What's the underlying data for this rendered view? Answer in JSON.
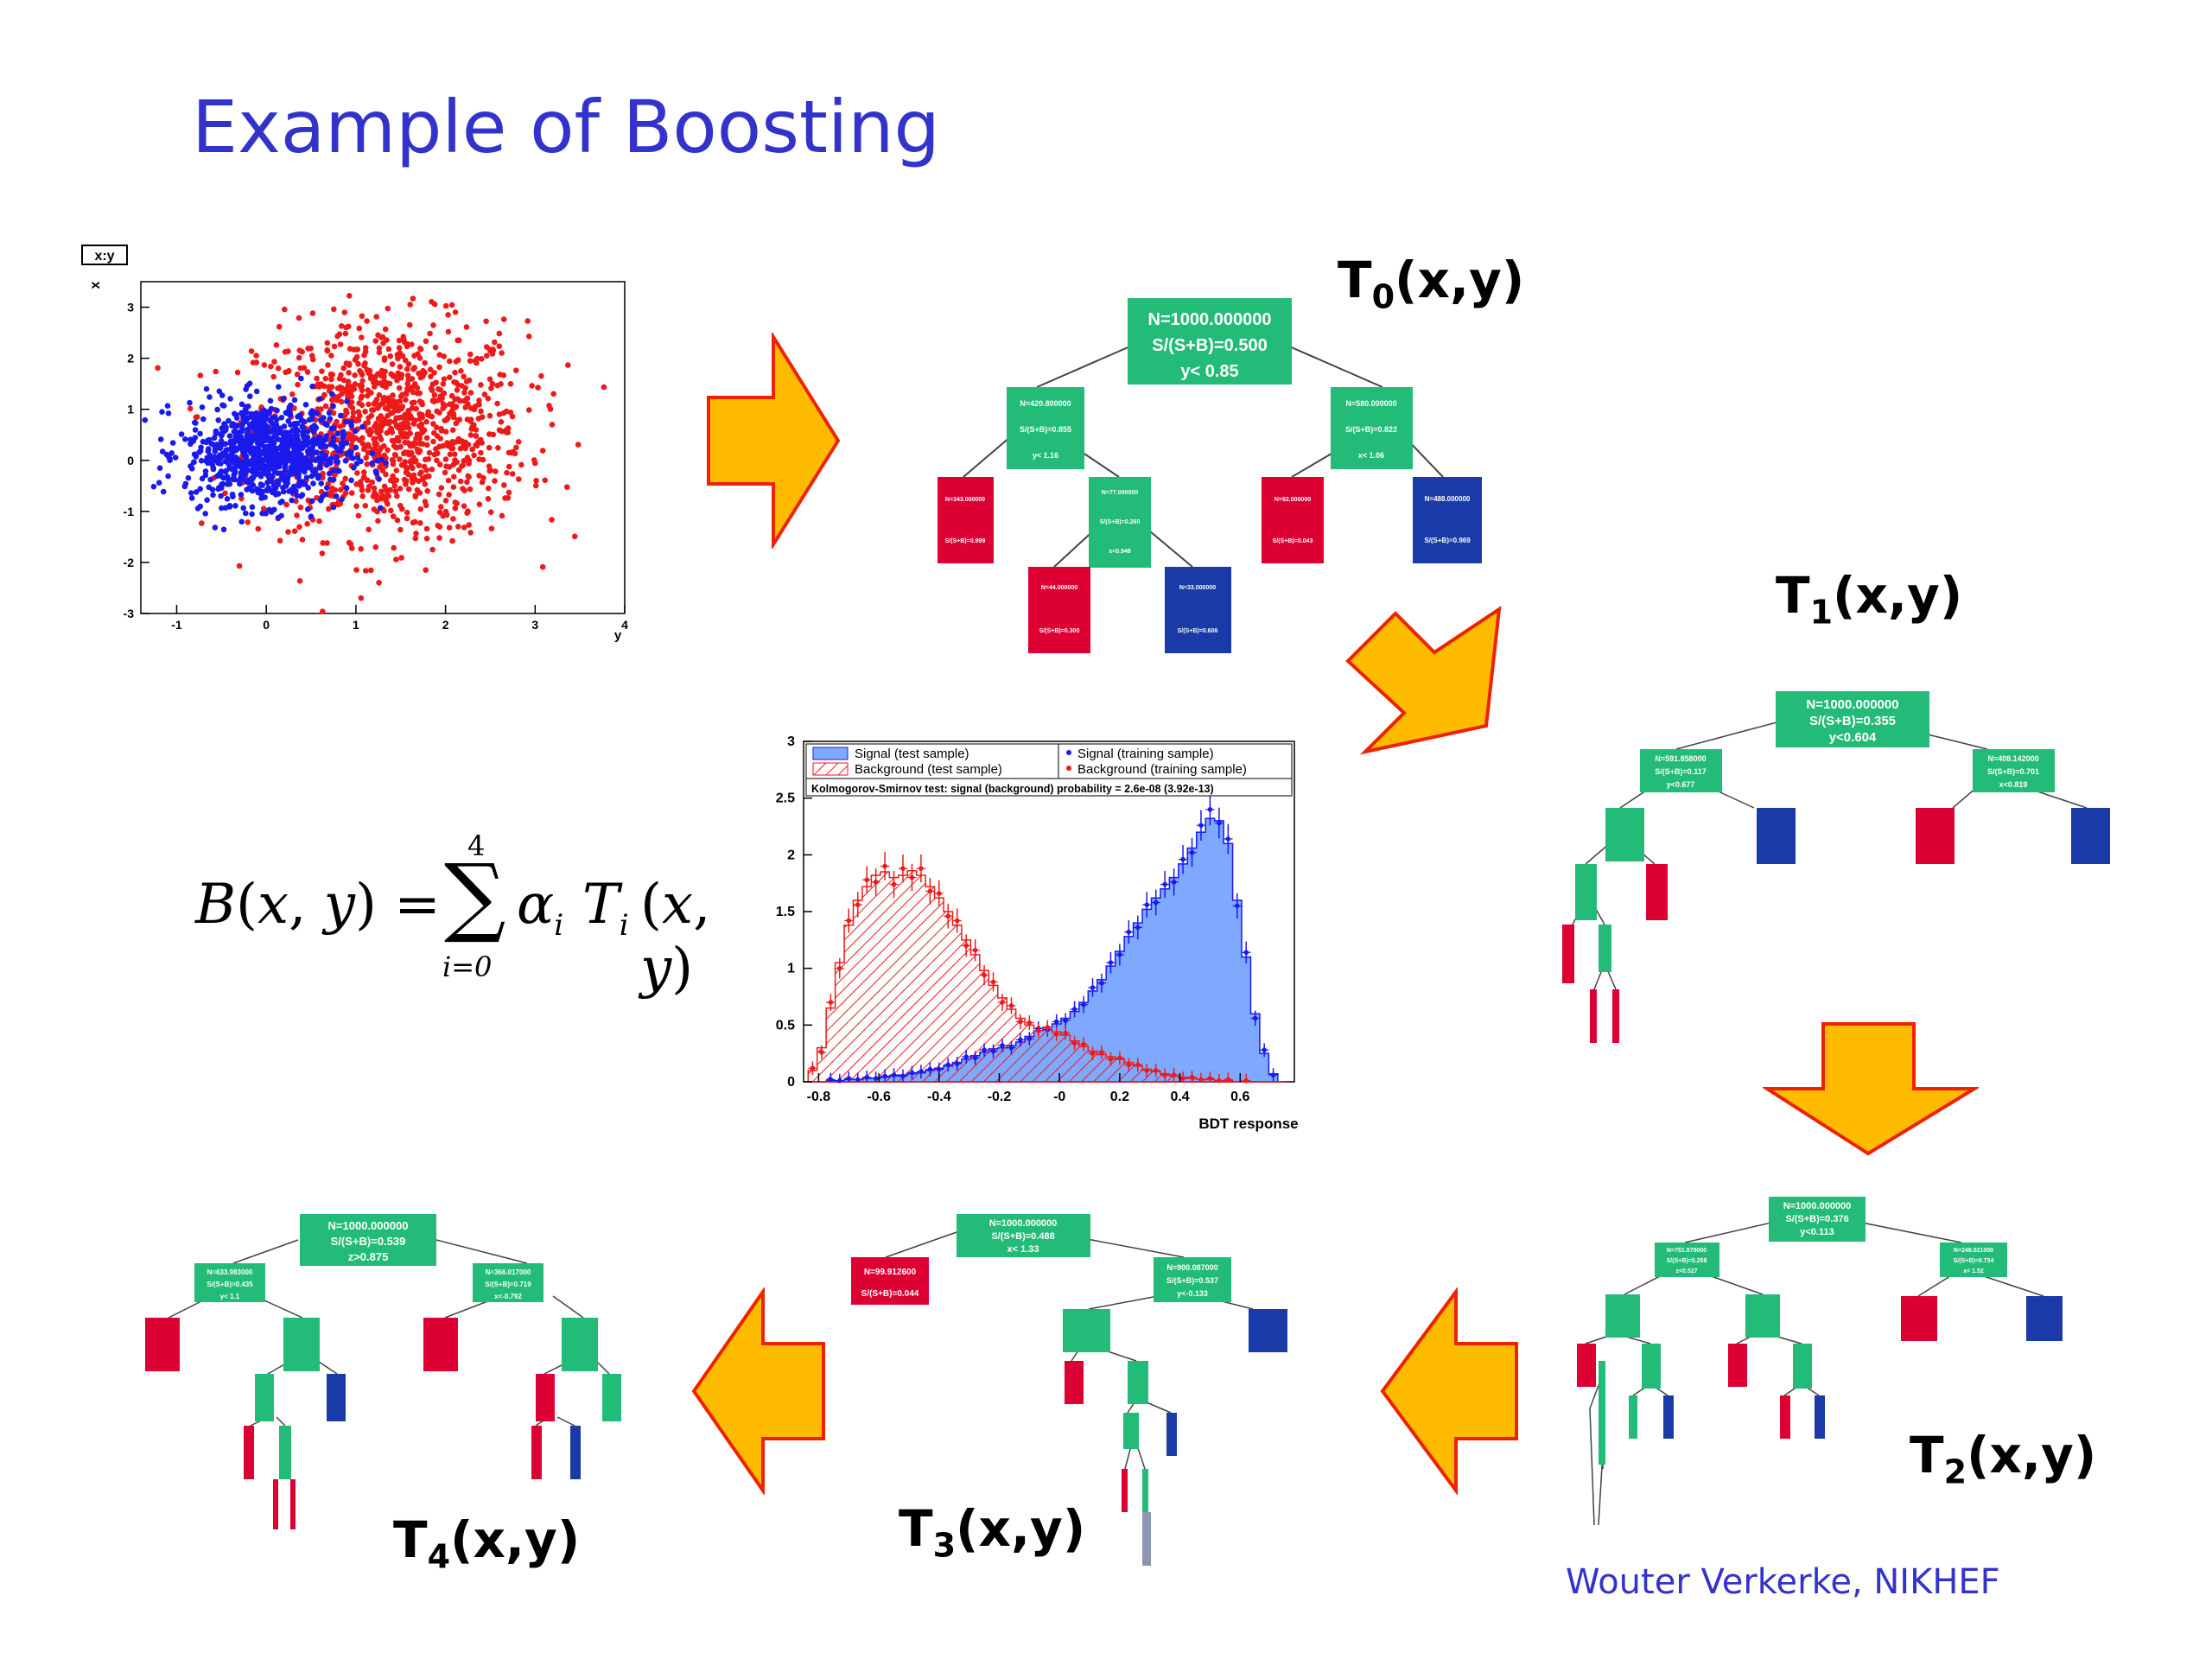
{
  "title": "Example of Boosting",
  "credit": "Wouter Verkerke, NIKHEF",
  "colors": {
    "title": "#3333cc",
    "arrow_fill": "#ffbb00",
    "arrow_stroke": "#ee2200",
    "node_green": "#22bb77",
    "node_red": "#dd0033",
    "node_blue": "#1a3aa8",
    "signal": "#1a1aee",
    "background": "#ee1a1a"
  },
  "formula": {
    "lhs": "B(x, y) =",
    "sum_upper": "4",
    "sum_lower": "i=0",
    "summand": "α",
    "summand_sub": "i",
    "tree": "T",
    "tree_sub": "i",
    "args": "(x, y)"
  },
  "tree_labels": [
    {
      "name": "T",
      "sub": "0",
      "args": "(x,y)"
    },
    {
      "name": "T",
      "sub": "1",
      "args": "(x,y)"
    },
    {
      "name": "T",
      "sub": "2",
      "args": "(x,y)"
    },
    {
      "name": "T",
      "sub": "3",
      "args": "(x,y)"
    },
    {
      "name": "T",
      "sub": "4",
      "args": "(x,y)"
    }
  ],
  "scatter": {
    "title_box": "x:y",
    "xlabel": "y",
    "ylabel": "x",
    "xticks": [
      "-1",
      "0",
      "1",
      "2",
      "3",
      "4"
    ],
    "yticks": [
      "3",
      "2",
      "1",
      "0",
      "-1",
      "-2",
      "-3"
    ]
  },
  "tree0": {
    "root": [
      "N=1000.000000",
      "S/(S+B)=0.500",
      "y< 0.85"
    ],
    "left": [
      "N=420.800000",
      "S/(S+B)=0.855",
      "y< 1.16"
    ],
    "right": [
      "N=580.000000",
      "S/(S+B)=0.822",
      "x< 1.06"
    ],
    "leaf_ll": [
      "N=343.000000",
      "S/(S+B)=0.999"
    ],
    "mid": [
      "N=77.000000",
      "S/(S+B)=0.260",
      "x<0.949"
    ],
    "leaf_rl": [
      "N=92.000000",
      "S/(S+B)=0.043"
    ],
    "leaf_rr": [
      "N=488.000000",
      "S/(S+B)=0.969"
    ],
    "leaf_ml": [
      "N=44.000000",
      "S/(S+B)=0.300"
    ],
    "leaf_mr": [
      "N=33.000000",
      "S/(S+B)=0.606"
    ]
  },
  "tree1": {
    "root": [
      "N=1000.000000",
      "S/(S+B)=0.355",
      "y<0.604"
    ],
    "left": [
      "N=591.858000",
      "S/(S+B)=0.117",
      "y<0.677"
    ],
    "right": [
      "N=408.142000",
      "S/(S+B)=0.701",
      "x<0.819"
    ]
  },
  "tree2": {
    "root": [
      "N=1000.000000",
      "S/(S+B)=0.376",
      "y<0.113"
    ],
    "left": [
      "N=751.879000",
      "S/(S+B)=0.258",
      "z<0.527"
    ],
    "right": [
      "N=248.021000",
      "S/(S+B)=0.734",
      "x< 1.52"
    ]
  },
  "tree3": {
    "root": [
      "N=1000.000000",
      "S/(S+B)=0.488",
      "x< 1.33"
    ],
    "leaf_l": [
      "N=99.912600",
      "S/(S+B)=0.044"
    ],
    "right": [
      "N=900.087000",
      "S/(S+B)=0.537",
      "y<-0.133"
    ]
  },
  "tree4": {
    "root": [
      "N=1000.000000",
      "S/(S+B)=0.539",
      "z>0.875"
    ],
    "left": [
      "N=633.983000",
      "S/(S+B)=0.435",
      "y< 1.1"
    ],
    "right": [
      "N=366.017000",
      "S/(S+B)=0.719",
      "x<-0.792"
    ]
  },
  "chart_data": {
    "type": "histogram",
    "xlabel": "BDT response",
    "ylabel": "",
    "xlim": [
      -0.85,
      0.78
    ],
    "ylim": [
      0,
      3
    ],
    "xticks": [
      "-0.8",
      "-0.6",
      "-0.4",
      "-0.2",
      "-0",
      "0.2",
      "0.4",
      "0.6"
    ],
    "yticks": [
      "0",
      "0.5",
      "1",
      "1.5",
      "2",
      "2.5",
      "3"
    ],
    "legend": [
      "Signal (test sample)",
      "Background (test sample)",
      "Signal (training sample)",
      "Background (training sample)"
    ],
    "ks_text": "Kolmogorov-Smirnov test: signal (background) probability = 2.6e-08 (3.92e-13)",
    "bin_width": 0.03,
    "x": [
      -0.82,
      -0.79,
      -0.76,
      -0.73,
      -0.7,
      -0.67,
      -0.64,
      -0.61,
      -0.58,
      -0.55,
      -0.52,
      -0.49,
      -0.46,
      -0.43,
      -0.4,
      -0.37,
      -0.34,
      -0.31,
      -0.28,
      -0.25,
      -0.22,
      -0.19,
      -0.16,
      -0.13,
      -0.1,
      -0.07,
      -0.04,
      -0.01,
      0.02,
      0.05,
      0.08,
      0.11,
      0.14,
      0.17,
      0.2,
      0.23,
      0.26,
      0.29,
      0.32,
      0.35,
      0.38,
      0.41,
      0.44,
      0.47,
      0.5,
      0.53,
      0.56,
      0.59,
      0.62,
      0.65,
      0.68,
      0.71,
      0.74
    ],
    "series": [
      {
        "name": "Signal (test sample)",
        "values": [
          0.0,
          0.0,
          0.01,
          0.01,
          0.02,
          0.02,
          0.03,
          0.03,
          0.04,
          0.05,
          0.06,
          0.07,
          0.08,
          0.1,
          0.12,
          0.14,
          0.17,
          0.2,
          0.23,
          0.26,
          0.29,
          0.3,
          0.32,
          0.35,
          0.4,
          0.45,
          0.48,
          0.51,
          0.56,
          0.62,
          0.7,
          0.8,
          0.9,
          1.02,
          1.15,
          1.28,
          1.4,
          1.52,
          1.62,
          1.7,
          1.8,
          1.92,
          2.06,
          2.2,
          2.32,
          2.3,
          2.1,
          1.6,
          1.1,
          0.6,
          0.25,
          0.07,
          0.0
        ]
      },
      {
        "name": "Background (test sample)",
        "values": [
          0.1,
          0.3,
          0.65,
          1.05,
          1.38,
          1.6,
          1.72,
          1.82,
          1.85,
          1.8,
          1.82,
          1.86,
          1.82,
          1.72,
          1.62,
          1.5,
          1.38,
          1.25,
          1.12,
          0.98,
          0.85,
          0.74,
          0.64,
          0.56,
          0.5,
          0.47,
          0.46,
          0.44,
          0.41,
          0.36,
          0.31,
          0.27,
          0.24,
          0.22,
          0.2,
          0.17,
          0.14,
          0.11,
          0.09,
          0.07,
          0.05,
          0.04,
          0.03,
          0.02,
          0.02,
          0.01,
          0.01,
          0.0,
          0.0,
          0.0,
          0.0,
          0.0,
          0.0
        ]
      },
      {
        "name": "Signal (training sample)",
        "values": [
          0.0,
          0.0,
          0.02,
          0.01,
          0.03,
          0.02,
          0.04,
          0.03,
          0.05,
          0.06,
          0.05,
          0.08,
          0.09,
          0.11,
          0.11,
          0.15,
          0.16,
          0.22,
          0.21,
          0.28,
          0.27,
          0.32,
          0.3,
          0.37,
          0.38,
          0.47,
          0.46,
          0.53,
          0.54,
          0.64,
          0.68,
          0.83,
          0.87,
          1.05,
          1.12,
          1.32,
          1.36,
          1.56,
          1.58,
          1.74,
          1.76,
          1.96,
          2.02,
          2.26,
          2.4,
          2.28,
          2.14,
          1.55,
          1.14,
          0.56,
          0.28,
          0.06,
          0.0
        ]
      },
      {
        "name": "Background (training sample)",
        "values": [
          0.12,
          0.26,
          0.7,
          1.0,
          1.42,
          1.56,
          1.78,
          1.76,
          1.9,
          1.74,
          1.88,
          1.8,
          1.88,
          1.68,
          1.66,
          1.46,
          1.42,
          1.2,
          1.16,
          0.94,
          0.88,
          0.7,
          0.67,
          0.53,
          0.52,
          0.45,
          0.48,
          0.42,
          0.43,
          0.34,
          0.33,
          0.25,
          0.26,
          0.2,
          0.21,
          0.15,
          0.15,
          0.1,
          0.1,
          0.06,
          0.06,
          0.03,
          0.04,
          0.02,
          0.03,
          0.01,
          0.02,
          0.0,
          0.01,
          0.0,
          0.0,
          0.0,
          0.0
        ]
      }
    ]
  }
}
